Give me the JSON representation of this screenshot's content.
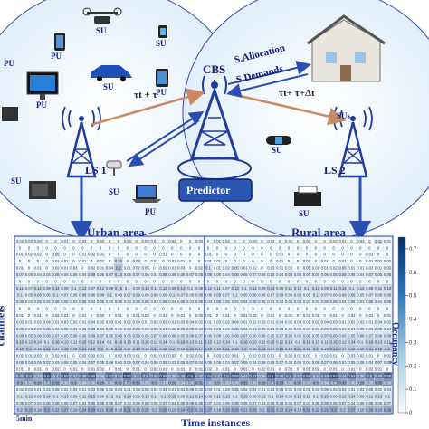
{
  "diagram": {
    "cbs_label": "CBS",
    "cbs_messages": [
      "S.Allocation",
      "S.Demands"
    ],
    "predictor_label": "Predictor",
    "ls1_label": "LS 1",
    "ls2_label": "LS 2",
    "delay_left": "τt + τ",
    "delay_right": "τt+ τ+Δt",
    "urban_area": "Urban area",
    "rural_area": "Rural area",
    "devices": [
      {
        "id": "drone",
        "label": "SU",
        "icon": "drone-icon"
      },
      {
        "id": "phone",
        "label": "PU",
        "icon": "smartphone-icon"
      },
      {
        "id": "pc",
        "label": "PU",
        "icon": "desktop-computer-icon"
      },
      {
        "id": "watch1",
        "label": "SU",
        "icon": "smartwatch-icon"
      },
      {
        "id": "tablet",
        "label": "PU",
        "icon": "tablet-icon"
      },
      {
        "id": "car",
        "label": "SU",
        "icon": "sports-car-icon"
      },
      {
        "id": "tv",
        "label": "PU",
        "icon": "television-icon"
      },
      {
        "id": "camera",
        "label": "SU",
        "icon": "cctv-camera-icon"
      },
      {
        "id": "laptop",
        "label": "PU",
        "icon": "laptop-icon"
      },
      {
        "id": "oven",
        "label": "SU",
        "icon": "microwave-oven-icon"
      },
      {
        "id": "house",
        "label": "SUs",
        "icon": "smart-home-icon"
      },
      {
        "id": "band",
        "label": "SU",
        "icon": "fitness-band-icon"
      },
      {
        "id": "printer",
        "label": "SU",
        "icon": "printer-icon"
      }
    ]
  },
  "heatmap": {
    "ylabel": "channels",
    "xlabel": "Time instances",
    "x_start_label": "5min",
    "colorbar_label": "Occupancy",
    "colorbar_ticks": [
      "0.7",
      "0.6",
      "0.5",
      "0.4",
      "0.3",
      "0.2",
      "0.1",
      "0"
    ],
    "range": [
      0,
      0.75
    ]
  },
  "colors": {
    "accent": "#1f3d9c",
    "circle_fill": "#e4f0f9",
    "predictor_fill": "#2b57b3",
    "link_arrow": "#c98a63",
    "heat_low": "#f5fbff",
    "heat_high": "#08306b"
  },
  "chart_data": {
    "type": "heatmap",
    "xlabel": "Time instances",
    "ylabel": "channels",
    "colorbar_label": "Occupancy",
    "vlim": [
      0,
      0.75
    ],
    "rows": [
      [
        0.02,
        0.03,
        0.04,
        0,
        0,
        0.01,
        0,
        0.03,
        0,
        0.02,
        0,
        0,
        0.04,
        0,
        0.03,
        0.01,
        0,
        0.02,
        0,
        0,
        0.03,
        0,
        0.01,
        0.02,
        0,
        0,
        0.03,
        0,
        0.02,
        0,
        0.01,
        0,
        0.04,
        0,
        0,
        0.02,
        0.01,
        0,
        0.03,
        0,
        0.02,
        0.01
      ],
      [
        0,
        0,
        0,
        0,
        0,
        0,
        0,
        0,
        0,
        0,
        0,
        0,
        0,
        0,
        0,
        0,
        0,
        0,
        0,
        0,
        0,
        0,
        0,
        0,
        0,
        0,
        0,
        0,
        0,
        0,
        0,
        0,
        0,
        0,
        0,
        0,
        0,
        0,
        0,
        0,
        0,
        0
      ],
      [
        0.01,
        0.02,
        0.02,
        0,
        0.05,
        0,
        0,
        0.01,
        0.02,
        0.01,
        0,
        0,
        0,
        0,
        0,
        0,
        0.01,
        0,
        0,
        0,
        0,
        0.01,
        0,
        0,
        0,
        0,
        0,
        0,
        0,
        0.01,
        0,
        0,
        0,
        0,
        0,
        0,
        0,
        0,
        0,
        0.01,
        0,
        0
      ],
      [
        0,
        0,
        0,
        0,
        0.01,
        0.01,
        0,
        0.01,
        0,
        0.01,
        0,
        0.15,
        0,
        0.05,
        0,
        0.02,
        0,
        0.01,
        0.01,
        0,
        0,
        0.01,
        0.01,
        0,
        0,
        0,
        0,
        0,
        0,
        0.01,
        0,
        0,
        0.02,
        0,
        0.01,
        0,
        0.01,
        0,
        0,
        0.01,
        0.01,
        0.02
      ],
      [
        0.01,
        0,
        0.01,
        0,
        0.02,
        0.01,
        0.03,
        0,
        0.02,
        0.01,
        0.04,
        0.2,
        0.01,
        0.02,
        0.05,
        0,
        0.02,
        0.01,
        0.03,
        0,
        0.02,
        0.1,
        0.01,
        0.02,
        0.05,
        0.01,
        0.02,
        0,
        0.03,
        0.01,
        0.02,
        0,
        0.05,
        0.01,
        0.01,
        0.02,
        0.05,
        0.01,
        0.01,
        0.02,
        0.01,
        0.03
      ],
      [
        0.07,
        0.05,
        0.04,
        0.04,
        0.08,
        0.05,
        0.06,
        0.04,
        0.09,
        0.05,
        0.07,
        0.13,
        0.05,
        0.07,
        0.06,
        0.04,
        0.08,
        0.05,
        0.06,
        0.07,
        0.05,
        0.09,
        0.06,
        0.04,
        0.08,
        0.05,
        0.07,
        0.06,
        0.05,
        0.04,
        0.08,
        0.06,
        0.05,
        0.07,
        0.06,
        0.05,
        0.08,
        0.06,
        0.04,
        0.07,
        0.05,
        0.06
      ],
      [
        0,
        0,
        0,
        0,
        0,
        0,
        0,
        0,
        0,
        0,
        0,
        0,
        0,
        0,
        0,
        0,
        0,
        0,
        0,
        0,
        0,
        0,
        0,
        0,
        0,
        0,
        0,
        0,
        0,
        0,
        0,
        0,
        0,
        0,
        0,
        0,
        0,
        0,
        0,
        0,
        0,
        0
      ],
      [
        0.11,
        0.07,
        0.12,
        0.09,
        0.14,
        0.08,
        0.1,
        0.13,
        0.07,
        0.12,
        0.09,
        0.15,
        0.1,
        0.08,
        0.13,
        0.11,
        0.12,
        0.09,
        0.14,
        0.1,
        0.08,
        0.12,
        0.11,
        0.07,
        0.13,
        0.1,
        0.12,
        0.09,
        0.14,
        0.08,
        0.11,
        0.12,
        0.1,
        0.13,
        0.09,
        0.11,
        0.14,
        0.1,
        0.12,
        0.08,
        0.11,
        0.13
      ],
      [
        0.1,
        0.05,
        0.08,
        0.06,
        0.1,
        0.07,
        0.05,
        0.09,
        0.06,
        0.08,
        0.1,
        0.06,
        0.07,
        0.09,
        0.05,
        0.08,
        0.06,
        0.1,
        0.07,
        0.05,
        0.08,
        0.06,
        0.09,
        0.07,
        0.1,
        0.05,
        0.08,
        0.06,
        0.07,
        0.09,
        0.06,
        0.08,
        0.05,
        0.1,
        0.07,
        0.06,
        0.08,
        0.09,
        0.05,
        0.07,
        0.06,
        0.08
      ],
      [
        0.06,
        0.03,
        0.05,
        0.04,
        0.06,
        0.05,
        0.03,
        0.06,
        0.04,
        0.05,
        0.03,
        0.06,
        0.04,
        0.05,
        0.06,
        0.03,
        0.05,
        0.04,
        0.06,
        0.03,
        0.05,
        0.04,
        0.06,
        0.05,
        0.03,
        0.04,
        0.06,
        0.05,
        0.03,
        0.04,
        0.05,
        0.06,
        0.04,
        0.03,
        0.05,
        0.06,
        0.04,
        0.05,
        0.03,
        0.06,
        0.04,
        0.05
      ],
      [
        0,
        0,
        0,
        0,
        0,
        0,
        0,
        0,
        0,
        0,
        0,
        0,
        0,
        0,
        0,
        0,
        0,
        0,
        0,
        0,
        0,
        0,
        0,
        0,
        0,
        0,
        0,
        0,
        0,
        0,
        0,
        0,
        0,
        0,
        0,
        0,
        0,
        0,
        0,
        0,
        0,
        0
      ],
      [
        0.01,
        0,
        0.01,
        0,
        0.02,
        0.01,
        0,
        0.01,
        0,
        0.02,
        0,
        0.01,
        0,
        0.01,
        0.02,
        0,
        0.01,
        0,
        0.01,
        0,
        0.02,
        0.01,
        0,
        0.01,
        0,
        0.01,
        0.02,
        0,
        0.01,
        0,
        0.01,
        0,
        0.02,
        0.01,
        0,
        0.01,
        0,
        0.02,
        0,
        0.01,
        0,
        0.01
      ],
      [
        0.03,
        0.01,
        0.02,
        0.04,
        0.01,
        0.03,
        0.02,
        0.01,
        0.04,
        0.02,
        0.03,
        0.01,
        0.02,
        0.04,
        0.01,
        0.03,
        0.02,
        0.01,
        0.03,
        0.04,
        0.02,
        0.01,
        0.03,
        0.02,
        0.04,
        0.01,
        0.02,
        0.03,
        0.01,
        0.04,
        0.02,
        0.03,
        0.01,
        0.02,
        0.04,
        0.03,
        0.01,
        0.02,
        0.03,
        0.01,
        0.04,
        0.02
      ],
      [
        0.05,
        0.03,
        0.04,
        0.06,
        0.02,
        0.05,
        0.04,
        0.03,
        0.06,
        0.04,
        0.05,
        0.02,
        0.04,
        0.06,
        0.03,
        0.05,
        0.04,
        0.02,
        0.05,
        0.06,
        0.03,
        0.04,
        0.05,
        0.02,
        0.06,
        0.04,
        0.03,
        0.05,
        0.04,
        0.06,
        0.02,
        0.05,
        0.03,
        0.04,
        0.06,
        0.05,
        0.02,
        0.04,
        0.05,
        0.03,
        0.06,
        0.04
      ],
      [
        0.08,
        0.05,
        0.06,
        0.09,
        0.07,
        0.05,
        0.08,
        0.06,
        0.09,
        0.07,
        0.05,
        0.08,
        0.06,
        0.09,
        0.05,
        0.07,
        0.08,
        0.06,
        0.05,
        0.09,
        0.07,
        0.06,
        0.08,
        0.05,
        0.09,
        0.07,
        0.06,
        0.08,
        0.05,
        0.07,
        0.09,
        0.06,
        0.08,
        0.05,
        0.07,
        0.09,
        0.06,
        0.05,
        0.08,
        0.07,
        0.06,
        0.09
      ],
      [
        0.15,
        0.12,
        0.14,
        0.1,
        0.16,
        0.13,
        0.11,
        0.15,
        0.12,
        0.14,
        0.1,
        0.16,
        0.13,
        0.11,
        0.15,
        0.12,
        0.14,
        0.1,
        0.16,
        0.13,
        0.11,
        0.15,
        0.12,
        0.14,
        0.1,
        0.16,
        0.13,
        0.11,
        0.15,
        0.12,
        0.14,
        0.1,
        0.16,
        0.13,
        0.11,
        0.15,
        0.12,
        0.14,
        0.1,
        0.16,
        0.13,
        0.11
      ],
      [
        0.18,
        0.2,
        0.15,
        0.22,
        0.17,
        0.19,
        0.16,
        0.21,
        0.18,
        0.2,
        0.15,
        0.22,
        0.17,
        0.19,
        0.16,
        0.21,
        0.18,
        0.2,
        0.15,
        0.22,
        0.17,
        0.19,
        0.16,
        0.21,
        0.18,
        0.2,
        0.15,
        0.22,
        0.17,
        0.19,
        0.16,
        0.21,
        0.18,
        0.2,
        0.15,
        0.22,
        0.17,
        0.19,
        0.16,
        0.21,
        0.18,
        0.2
      ],
      [
        0.02,
        0.01,
        0.03,
        0,
        0.02,
        0.01,
        0,
        0.03,
        0.02,
        0.01,
        0,
        0.02,
        0.03,
        0.01,
        0,
        0.02,
        0.01,
        0.03,
        0,
        0.02,
        0.01,
        0,
        0.03,
        0.02,
        0.01,
        0,
        0.02,
        0.03,
        0.01,
        0,
        0.02,
        0.01,
        0.03,
        0,
        0.02,
        0.01,
        0,
        0.03,
        0.02,
        0.01,
        0,
        0.02
      ],
      [
        0.06,
        0.04,
        0.05,
        0.07,
        0.03,
        0.06,
        0.05,
        0.04,
        0.07,
        0.05,
        0.06,
        0.03,
        0.05,
        0.07,
        0.04,
        0.06,
        0.05,
        0.03,
        0.06,
        0.07,
        0.04,
        0.05,
        0.06,
        0.03,
        0.07,
        0.05,
        0.04,
        0.06,
        0.05,
        0.07,
        0.03,
        0.06,
        0.04,
        0.05,
        0.07,
        0.06,
        0.03,
        0.05,
        0.06,
        0.04,
        0.07,
        0.05
      ],
      [
        0.01,
        0,
        0.01,
        0,
        0.02,
        0,
        0.01,
        0,
        0.01,
        0.02,
        0,
        0.01,
        0,
        0.01,
        0,
        0.02,
        0.01,
        0,
        0.01,
        0,
        0.01,
        0.02,
        0,
        0.01,
        0,
        0.01,
        0,
        0.02,
        0.01,
        0,
        0.01,
        0,
        0.01,
        0.02,
        0,
        0.01,
        0,
        0.01,
        0,
        0.02,
        0.01,
        0
      ],
      [
        0.45,
        0.5,
        0.38,
        0.6,
        0.4,
        0.55,
        0.42,
        0.48,
        0.58,
        0.36,
        0.52,
        0.44,
        0.62,
        0.4,
        0.5,
        0.46,
        0.56,
        0.38,
        0.48,
        0.6,
        0.42,
        0.54,
        0.4,
        0.5,
        0.58,
        0.44,
        0.52,
        0.36,
        0.6,
        0.46,
        0.5,
        0.42,
        0.56,
        0.4,
        0.48,
        0.62,
        0.44,
        0.54,
        0.38,
        0.5,
        0.46,
        0.58
      ],
      [
        0.3,
        0.35,
        0.28,
        0.4,
        0.32,
        0.36,
        0.3,
        0.34,
        0.38,
        0.29,
        0.36,
        0.31,
        0.4,
        0.33,
        0.35,
        0.3,
        0.37,
        0.28,
        0.34,
        0.39,
        0.31,
        0.36,
        0.3,
        0.35,
        0.38,
        0.32,
        0.36,
        0.29,
        0.4,
        0.33,
        0.35,
        0.31,
        0.37,
        0.3,
        0.34,
        0.4,
        0.32,
        0.36,
        0.28,
        0.35,
        0.33,
        0.38
      ],
      [
        0.02,
        0.04,
        0.01,
        0.03,
        0.05,
        0.02,
        0.04,
        0.01,
        0.03,
        0.05,
        0.02,
        0.04,
        0.01,
        0.03,
        0.05,
        0.02,
        0.04,
        0.01,
        0.03,
        0.05,
        0.02,
        0.04,
        0.01,
        0.03,
        0.05,
        0.02,
        0.04,
        0.01,
        0.03,
        0.05,
        0.02,
        0.04,
        0.01,
        0.03,
        0.05,
        0.02,
        0.04,
        0.01,
        0.03,
        0.05,
        0.02,
        0.04
      ],
      [
        0.1,
        0.12,
        0.08,
        0.14,
        0.1,
        0.13,
        0.09,
        0.11,
        0.15,
        0.08,
        0.12,
        0.1,
        0.14,
        0.09,
        0.13,
        0.11,
        0.1,
        0.15,
        0.08,
        0.12,
        0.14,
        0.09,
        0.11,
        0.13,
        0.1,
        0.15,
        0.08,
        0.12,
        0.1,
        0.14,
        0.09,
        0.13,
        0.11,
        0.1,
        0.15,
        0.08,
        0.12,
        0.14,
        0.09,
        0.11,
        0.13,
        0.1
      ],
      [
        0.05,
        0.07,
        0.04,
        0.06,
        0.08,
        0.05,
        0.07,
        0.04,
        0.06,
        0.08,
        0.05,
        0.07,
        0.04,
        0.06,
        0.08,
        0.05,
        0.07,
        0.04,
        0.06,
        0.08,
        0.05,
        0.07,
        0.04,
        0.06,
        0.08,
        0.05,
        0.07,
        0.04,
        0.06,
        0.08,
        0.05,
        0.07,
        0.04,
        0.06,
        0.08,
        0.05,
        0.07,
        0.04,
        0.06,
        0.08,
        0.05,
        0.07
      ],
      [
        0.2,
        0.25,
        0.18,
        0.3,
        0.22,
        0.27,
        0.19,
        0.24,
        0.29,
        0.21,
        0.26,
        0.18,
        0.31,
        0.23,
        0.25,
        0.2,
        0.28,
        0.19,
        0.24,
        0.3,
        0.22,
        0.27,
        0.18,
        0.25,
        0.29,
        0.21,
        0.26,
        0.2,
        0.31,
        0.23,
        0.24,
        0.19,
        0.28,
        0.22,
        0.25,
        0.3,
        0.2,
        0.27,
        0.18,
        0.26,
        0.23,
        0.29
      ]
    ]
  }
}
